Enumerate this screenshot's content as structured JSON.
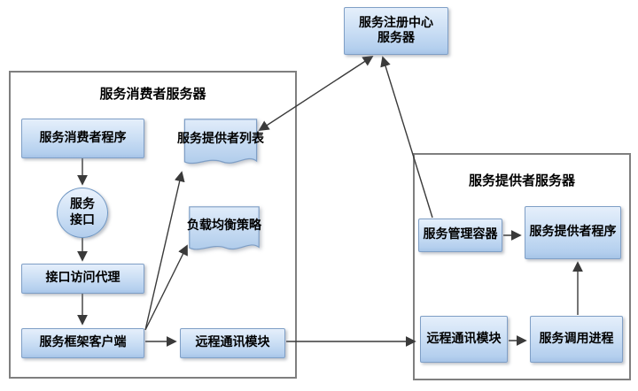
{
  "registry": {
    "line1": "服务注册中心",
    "line2": "服务器"
  },
  "consumer_server": {
    "title": "服务消费者服务器",
    "consumer_program": "服务消费者程序",
    "provider_list": "服务提供者列表",
    "service_interface_line1": "服务",
    "service_interface_line2": "接口",
    "load_balance": "负载均衡策略",
    "interface_proxy": "接口访问代理",
    "framework_client": "服务框架客户端",
    "remote_comm": "远程通讯模块"
  },
  "provider_server": {
    "title": "服务提供者服务器",
    "service_container": "服务管理容器",
    "provider_program": "服务提供者程序",
    "remote_comm": "远程通讯模块",
    "service_invoke": "服务调用进程"
  },
  "colors": {
    "node_fill_top": "#e5effb",
    "node_fill_bottom": "#a6c4e7",
    "node_border": "#7f9fc6",
    "container_border": "#7f7f7f",
    "connector": "#3a3a3a",
    "text": "#000000",
    "background": "#ffffff"
  }
}
